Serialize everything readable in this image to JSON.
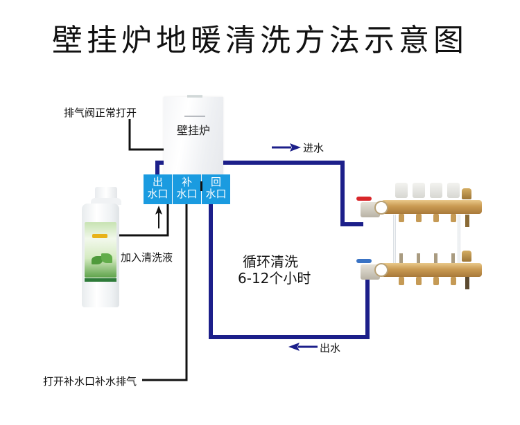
{
  "title": "壁挂炉地暖清洗方法示意图",
  "boiler": {
    "label": "壁挂炉"
  },
  "ports": [
    {
      "line1": "出",
      "line2": "水口"
    },
    {
      "line1": "补",
      "line2": "水口"
    },
    {
      "line1": "回",
      "line2": "水口"
    }
  ],
  "labels": {
    "vent_valve": "排气阀正常打开",
    "inlet": "进水",
    "outlet": "出水",
    "add_cleaner": "加入清洗液",
    "open_fill": "打开补水口补水排气",
    "loop_line1": "循环清洗",
    "loop_line2": "6-12个小时"
  },
  "colors": {
    "pipe": "#1c1f8a",
    "port_label_bg": "#1a9be0",
    "leader_line": "#111111"
  }
}
